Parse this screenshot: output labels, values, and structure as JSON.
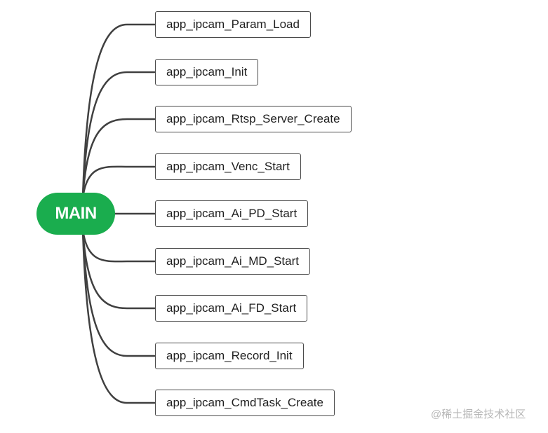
{
  "root": {
    "label": "MAIN",
    "color": "#1aad4e"
  },
  "children": [
    {
      "label": "app_ipcam_Param_Load"
    },
    {
      "label": "app_ipcam_Init"
    },
    {
      "label": "app_ipcam_Rtsp_Server_Create"
    },
    {
      "label": "app_ipcam_Venc_Start"
    },
    {
      "label": "app_ipcam_Ai_PD_Start"
    },
    {
      "label": "app_ipcam_Ai_MD_Start"
    },
    {
      "label": "app_ipcam_Ai_FD_Start"
    },
    {
      "label": "app_ipcam_Record_Init"
    },
    {
      "label": "app_ipcam_CmdTask_Create"
    }
  ],
  "watermark": "@稀土掘金技术社区",
  "colors": {
    "connector": "#404040",
    "node_border": "#4a4a4a",
    "watermark": "#b7b7b7"
  }
}
